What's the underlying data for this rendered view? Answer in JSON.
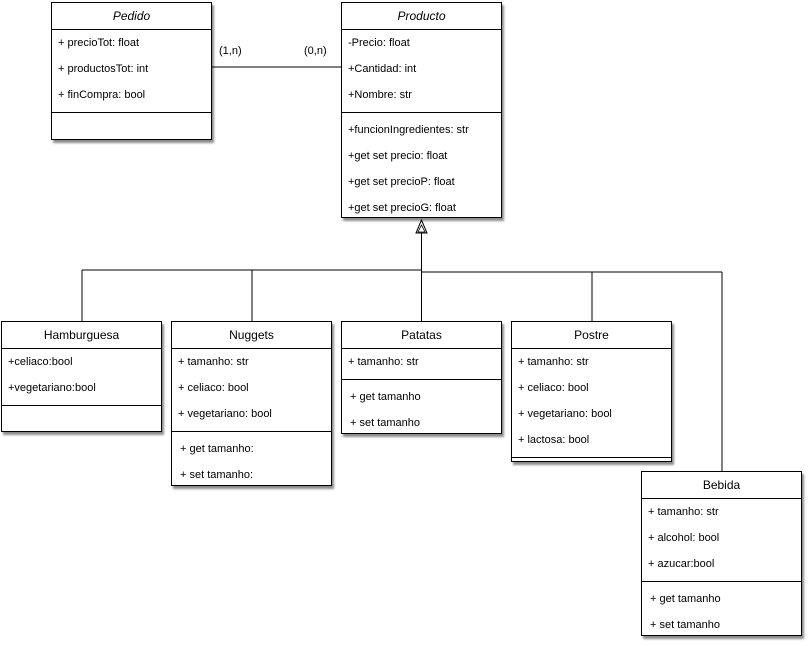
{
  "classes": {
    "pedido": {
      "name": "Pedido",
      "attributes": [
        "+ precioTot: float",
        "+ productosTot: int",
        "+ finCompra: bool"
      ],
      "operations": []
    },
    "producto": {
      "name": "Producto",
      "attributes": [
        "-Precio: float",
        "+Cantidad: int",
        "+Nombre: str"
      ],
      "operations": [
        "+funcionIngredientes: str",
        "+get set precio: float",
        "+get set precioP: float",
        "+get set precioG: float"
      ]
    },
    "hamburguesa": {
      "name": "Hamburguesa",
      "attributes": [
        "+celiaco:bool",
        "+vegetariano:bool"
      ],
      "operations": []
    },
    "nuggets": {
      "name": "Nuggets",
      "attributes": [
        "+ tamanho: str",
        "+ celiaco: bool",
        "+ vegetariano: bool"
      ],
      "operations": [
        "+ get tamanho:",
        "+ set tamanho:"
      ]
    },
    "patatas": {
      "name": "Patatas",
      "attributes": [
        "+ tamanho: str"
      ],
      "operations": [
        "+ get tamanho",
        "+ set tamanho"
      ]
    },
    "postre": {
      "name": "Postre",
      "attributes": [
        "+ tamanho: str",
        "+ celiaco: bool",
        "+ vegetariano: bool",
        "+ lactosa: bool"
      ],
      "operations": []
    },
    "bebida": {
      "name": "Bebida",
      "attributes": [
        "+ tamanho: str",
        "+ alcohol: bool",
        "+ azucar:bool"
      ],
      "operations": [
        "+ get tamanho",
        "+ set tamanho"
      ]
    }
  },
  "association": {
    "pedido_multiplicity": "(1,n)",
    "producto_multiplicity": "(0,n)"
  },
  "colors": {
    "line": "#000000",
    "background": "#ffffff"
  }
}
